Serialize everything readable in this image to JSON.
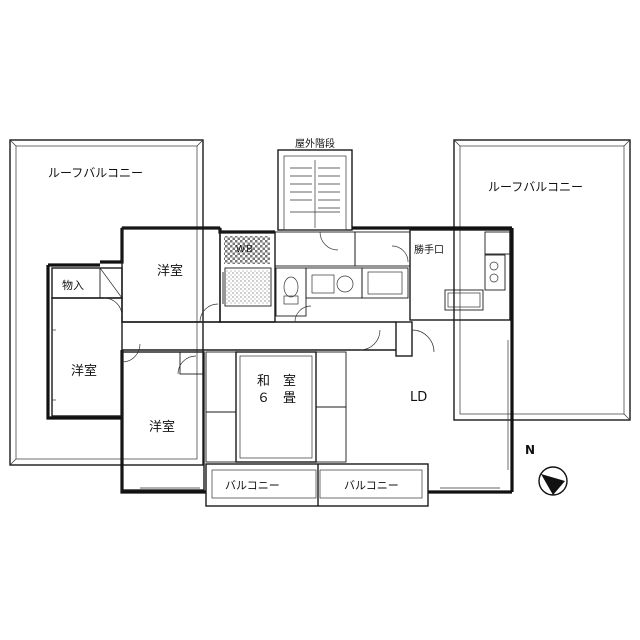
{
  "labels": {
    "outdoor_stairs": "屋外階段",
    "roof_balcony_left": "ルーフバルコニー",
    "roof_balcony_right": "ルーフバルコニー",
    "storage": "物入",
    "western_room_top": "洋室",
    "western_room_left": "洋室",
    "western_room_bottom": "洋室",
    "japanese_room_name": "和　室",
    "japanese_room_size": "６　畳",
    "living_dining": "LD",
    "back_door": "勝手口",
    "washer": "ＷＢ",
    "balcony_left": "バルコニー",
    "balcony_right": "バルコニー",
    "north_symbol": "N"
  },
  "colors": {
    "line": "#1a1a1a",
    "hatch": "#555555"
  }
}
